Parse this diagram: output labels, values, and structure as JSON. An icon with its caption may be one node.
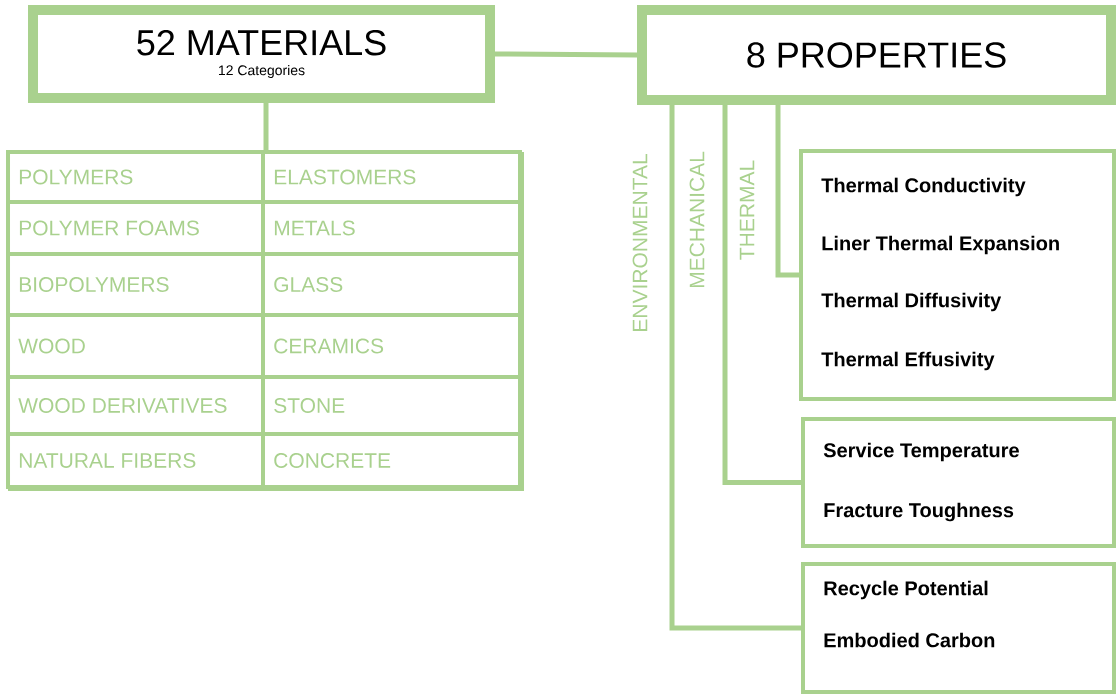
{
  "diagram": {
    "nodes": [
      {
        "text": [
          "52 MATERIALS",
          "12 Categories"
        ]
      },
      {
        "text": [
          "8 PROPERTIES"
        ]
      },
      {
        "text": [],
        "shape": "box"
      },
      {
        "text": [
          "POLYMERS"
        ],
        "in": 2
      },
      {
        "text": [
          "ELASTOMERS"
        ],
        "in": 2
      },
      {
        "text": [
          "POLYMER FOAMS"
        ],
        "in": 2
      },
      {
        "text": [
          "METALS"
        ],
        "in": 2
      },
      {
        "text": [
          "BIOPOLYMERS"
        ],
        "in": 2
      },
      {
        "text": [
          "GLASS"
        ],
        "in": 2
      },
      {
        "text": [
          "WOOD"
        ],
        "in": 2
      },
      {
        "text": [
          "CERAMICS"
        ],
        "in": 2
      },
      {
        "text": [
          "WOOD DERIVATIVES"
        ],
        "in": 2
      },
      {
        "text": [
          "STONE"
        ],
        "in": 2
      },
      {
        "text": [
          "NATURAL FIBERS"
        ],
        "in": 2
      },
      {
        "text": [
          "CONCRETE"
        ],
        "in": 2
      },
      {
        "text": [
          "Thermal Conductivity",
          "Liner Thermal Expansion",
          "Thermal Diffusivity",
          "Thermal Effusivity"
        ]
      },
      {
        "text": [
          "Service Temperature",
          "Fracture Toughness"
        ]
      },
      {
        "text": [
          "Recycle Potential",
          "Embodied Carbon"
        ]
      }
    ],
    "edges": [
      {
        "from": 0,
        "to": 1,
        "arrow": "none"
      },
      {
        "from": 0,
        "to": 2,
        "arrow": "none"
      },
      {
        "from": 1,
        "to": 15,
        "arrow": "none",
        "label": "THERMAL"
      },
      {
        "from": 1,
        "to": 16,
        "arrow": "none",
        "label": "MECHANICAL"
      },
      {
        "from": 1,
        "to": 17,
        "arrow": "none",
        "label": "ENVIRONMENTAL"
      }
    ]
  }
}
